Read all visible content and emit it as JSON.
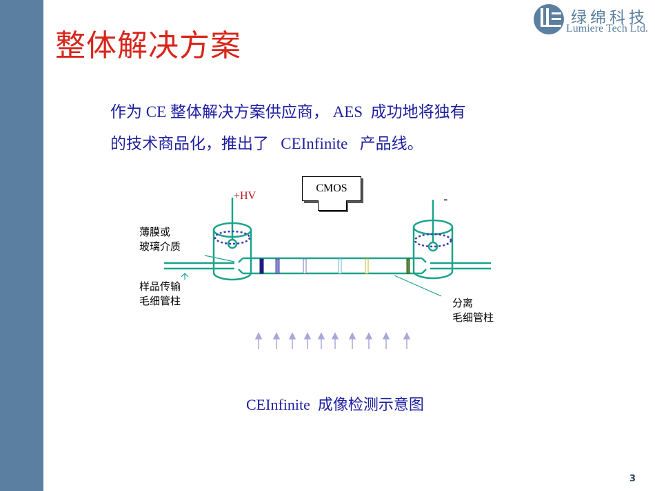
{
  "title": "整体解决方案",
  "logo": {
    "name_cn": "绿绵科技",
    "name_en": "Lumiere Tech Ltd."
  },
  "body": {
    "line1": "作为 CE 整体解决方案供应商， AES  成功地将独有",
    "line2": "的技术商品化，推出了   CEInfinite   产品线。"
  },
  "diagram": {
    "camera_label": "CMOS",
    "hv_label": "+HV",
    "minus_label": "-",
    "left_label_1": [
      "薄膜或",
      "玻璃介质"
    ],
    "left_label_2": [
      "样品传输",
      "毛细管柱"
    ],
    "right_label": [
      "分离",
      "毛细管柱"
    ]
  },
  "caption": "CEInfinite  成像检测示意图",
  "page_number": "3",
  "colors": {
    "sidebar": "#5b7fa1",
    "title": "#d9261c",
    "body_text": "#1f1fa0",
    "capillary": "#1aa38a",
    "logo": "#5b7fa1"
  }
}
